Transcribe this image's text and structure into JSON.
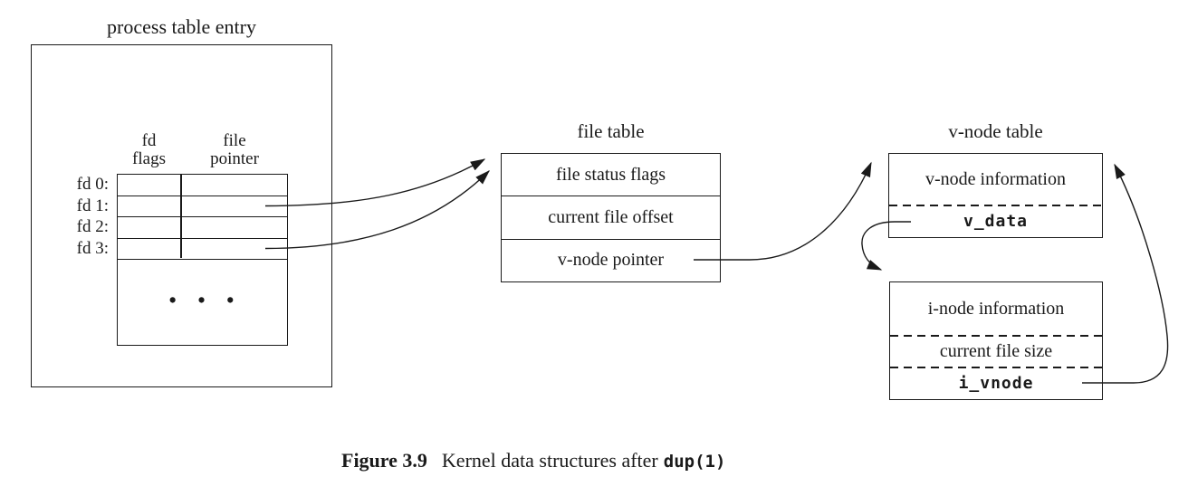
{
  "colors": {
    "ink": "#1a1a1a",
    "paper": "#ffffff"
  },
  "process_table": {
    "title": "process table entry",
    "col_headers": [
      {
        "line1": "fd",
        "line2": "flags"
      },
      {
        "line1": "file",
        "line2": "pointer"
      }
    ],
    "row_labels": [
      "fd 0:",
      "fd 1:",
      "fd 2:",
      "fd 3:"
    ],
    "ellipsis": "• • •"
  },
  "file_table": {
    "title": "file table",
    "rows": [
      "file status flags",
      "current file offset",
      "v-node pointer"
    ]
  },
  "vnode_table": {
    "title": "v-node table",
    "rows": [
      "v-node information",
      "v_data"
    ]
  },
  "inode_table": {
    "rows": [
      "i-node information",
      "current file size",
      "i_vnode"
    ]
  },
  "caption": {
    "label": "Figure 3.9",
    "text": "Kernel data structures after",
    "code": "dup(1)"
  }
}
